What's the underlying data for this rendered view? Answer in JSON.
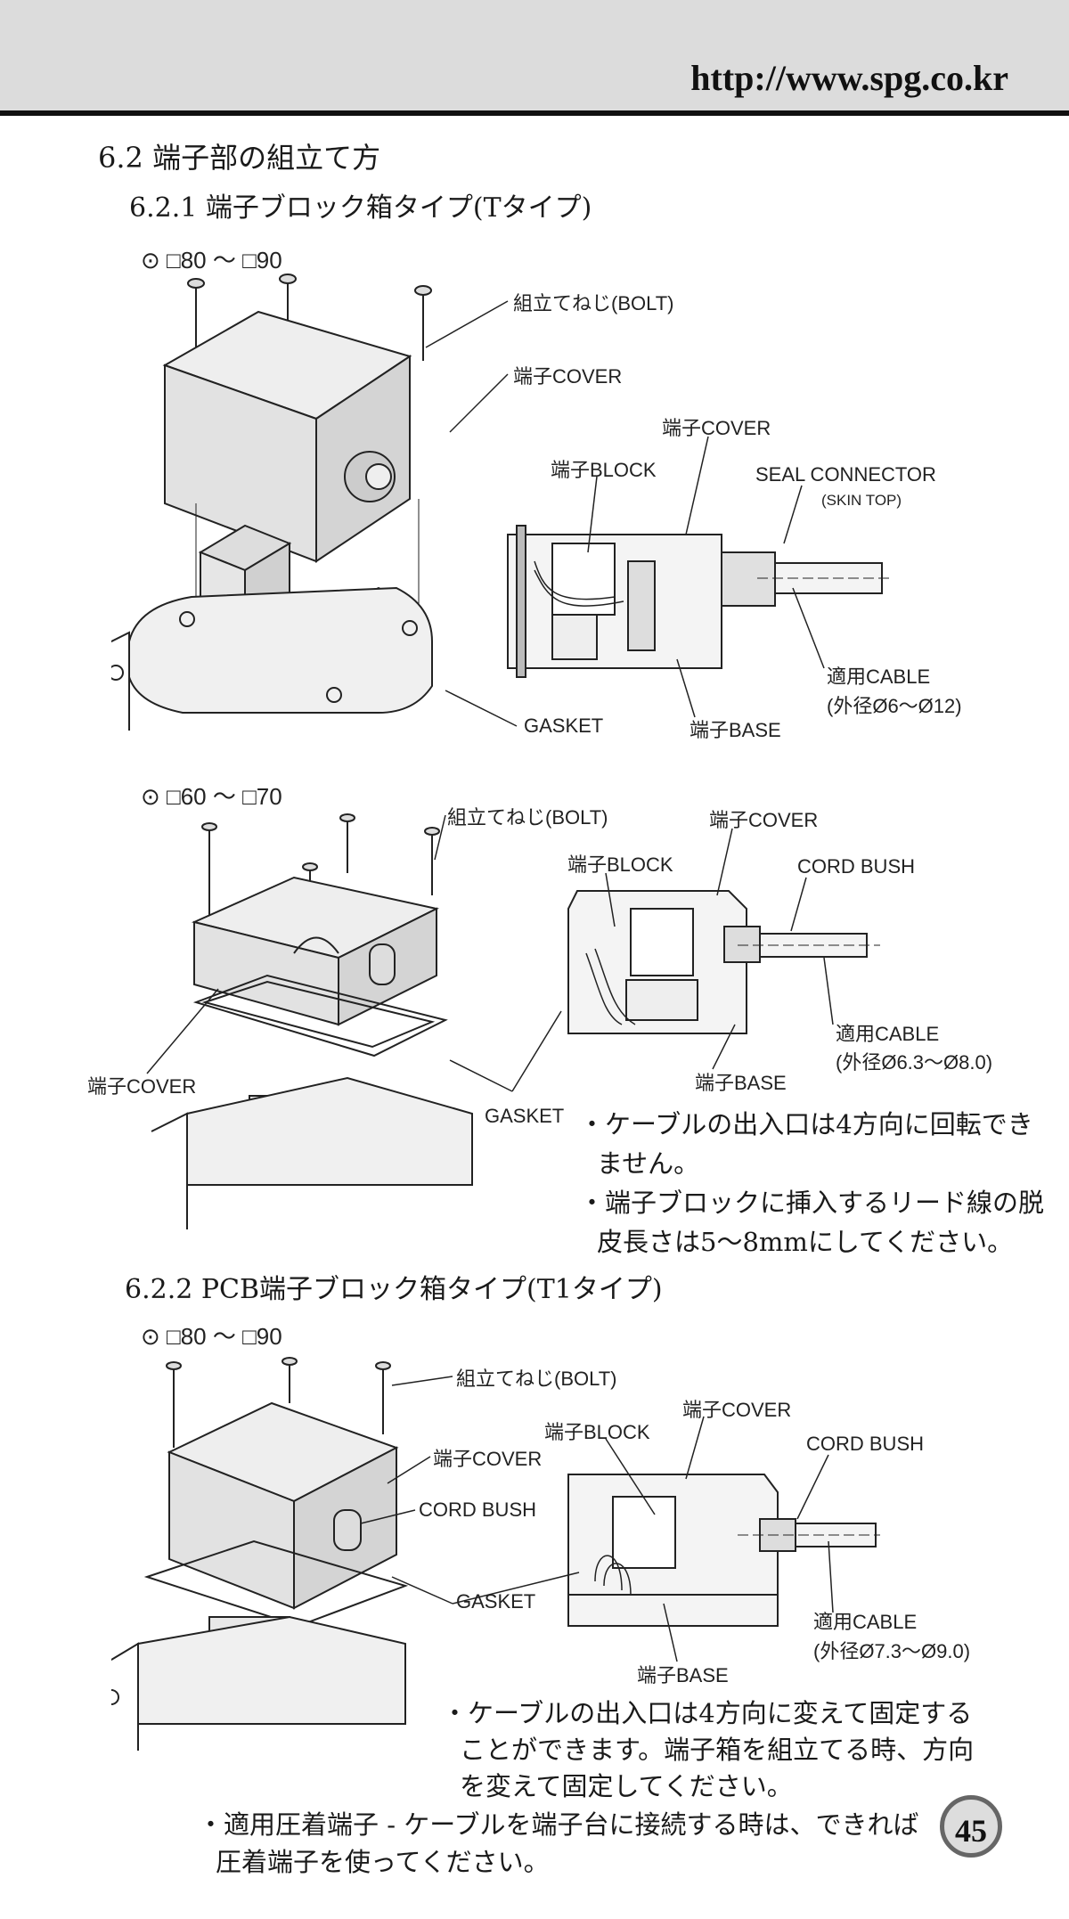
{
  "header": {
    "url": "http://www.spg.co.kr"
  },
  "section": {
    "title": "6.2 端子部の組立て方"
  },
  "sub1": {
    "title": "6.2.1 端子ブロック箱タイプ(Tタイプ)",
    "sizeA": "⊙ □80 ～ □90",
    "sizeB": "⊙ □60 ～ □70",
    "figA": {
      "bolt": "組立てねじ(BOLT)",
      "cover": "端子COVER",
      "cover2": "端子COVER",
      "block": "端子BLOCK",
      "seal": "SEAL CONNECTOR",
      "seal_sub": "(SKIN TOP)",
      "cable": "適用CABLE",
      "cable_dia": "(外径Ø6～Ø12)",
      "gasket": "GASKET",
      "base": "端子BASE"
    },
    "figB": {
      "bolt": "組立てねじ(BOLT)",
      "cover_top": "端子COVER",
      "block": "端子BLOCK",
      "cordbush": "CORD BUSH",
      "cable": "適用CABLE",
      "cable_dia": "(外径Ø6.3～Ø8.0)",
      "cover_left": "端子COVER",
      "base": "端子BASE",
      "gasket": "GASKET"
    },
    "notes": [
      [
        "・ケーブルの出入口は4方向に回転でき",
        "ません。"
      ],
      [
        "・端子ブロックに挿入するリード線の脱",
        "皮長さは5～8mmにしてください。"
      ]
    ]
  },
  "sub2": {
    "title": "6.2.2 PCB端子ブロック箱タイプ(T1タイプ)",
    "sizeA": "⊙ □80 ～ □90",
    "figC": {
      "bolt": "組立てねじ(BOLT)",
      "cover_right": "端子COVER",
      "block": "端子BLOCK",
      "cover_left": "端子COVER",
      "cordbush_left": "CORD BUSH",
      "cordbush_right": "CORD BUSH",
      "gasket": "GASKET",
      "cable": "適用CABLE",
      "cable_dia": "(外径Ø7.3～Ø9.0)",
      "base": "端子BASE"
    },
    "notes": [
      [
        "・ケーブルの出入口は4方向に変えて固定する",
        "ことができます。端子箱を組立てる時、方向",
        "を変えて固定してください。"
      ],
      [
        "・適用圧着端子 - ケーブルを端子台に接続する時は、できれば",
        "圧着端子を使ってください。"
      ]
    ]
  },
  "page_number": "45"
}
